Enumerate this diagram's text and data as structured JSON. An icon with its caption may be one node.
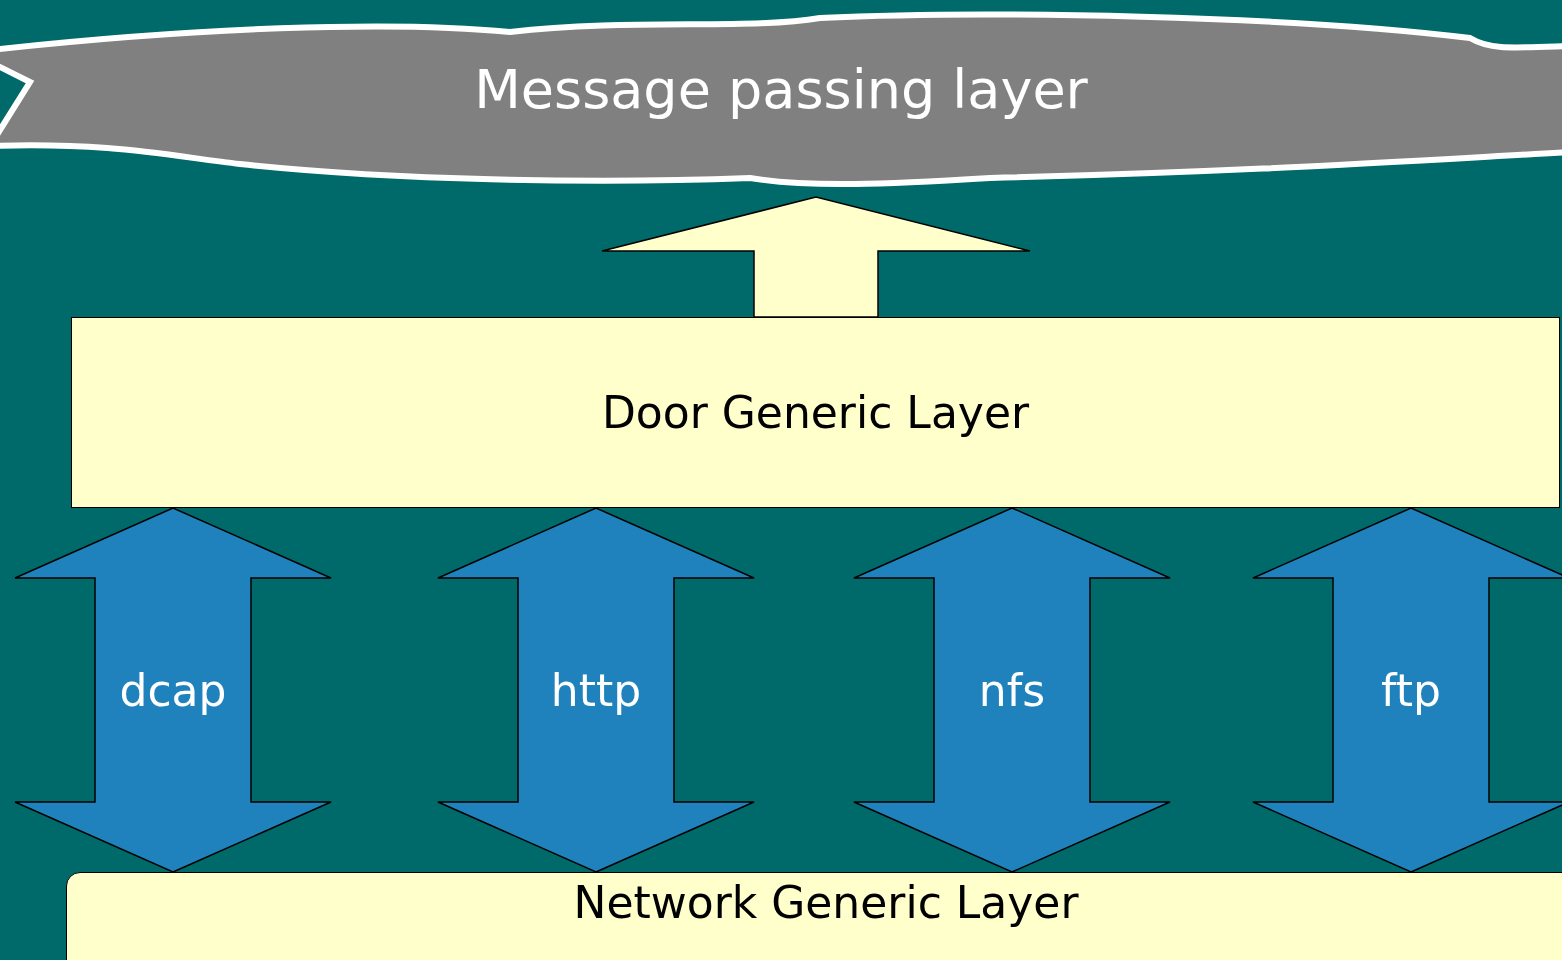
{
  "diagram": {
    "nodes": [
      {
        "text": [
          "Message passing layer"
        ]
      },
      {
        "text": [
          "Door Generic Layer"
        ]
      },
      {
        "text": [
          "Network Generic Layer"
        ]
      }
    ],
    "edges": [
      {
        "from": 1,
        "to": 0,
        "arrow": "to",
        "color": "#ffffcc"
      },
      {
        "from": 2,
        "to": 1,
        "arrow": "both",
        "label": "dcap"
      },
      {
        "from": 2,
        "to": 1,
        "arrow": "both",
        "label": "http"
      },
      {
        "from": 2,
        "to": 1,
        "arrow": "both",
        "label": "nfs"
      },
      {
        "from": 2,
        "to": 1,
        "arrow": "both",
        "label": "ftp"
      }
    ]
  }
}
